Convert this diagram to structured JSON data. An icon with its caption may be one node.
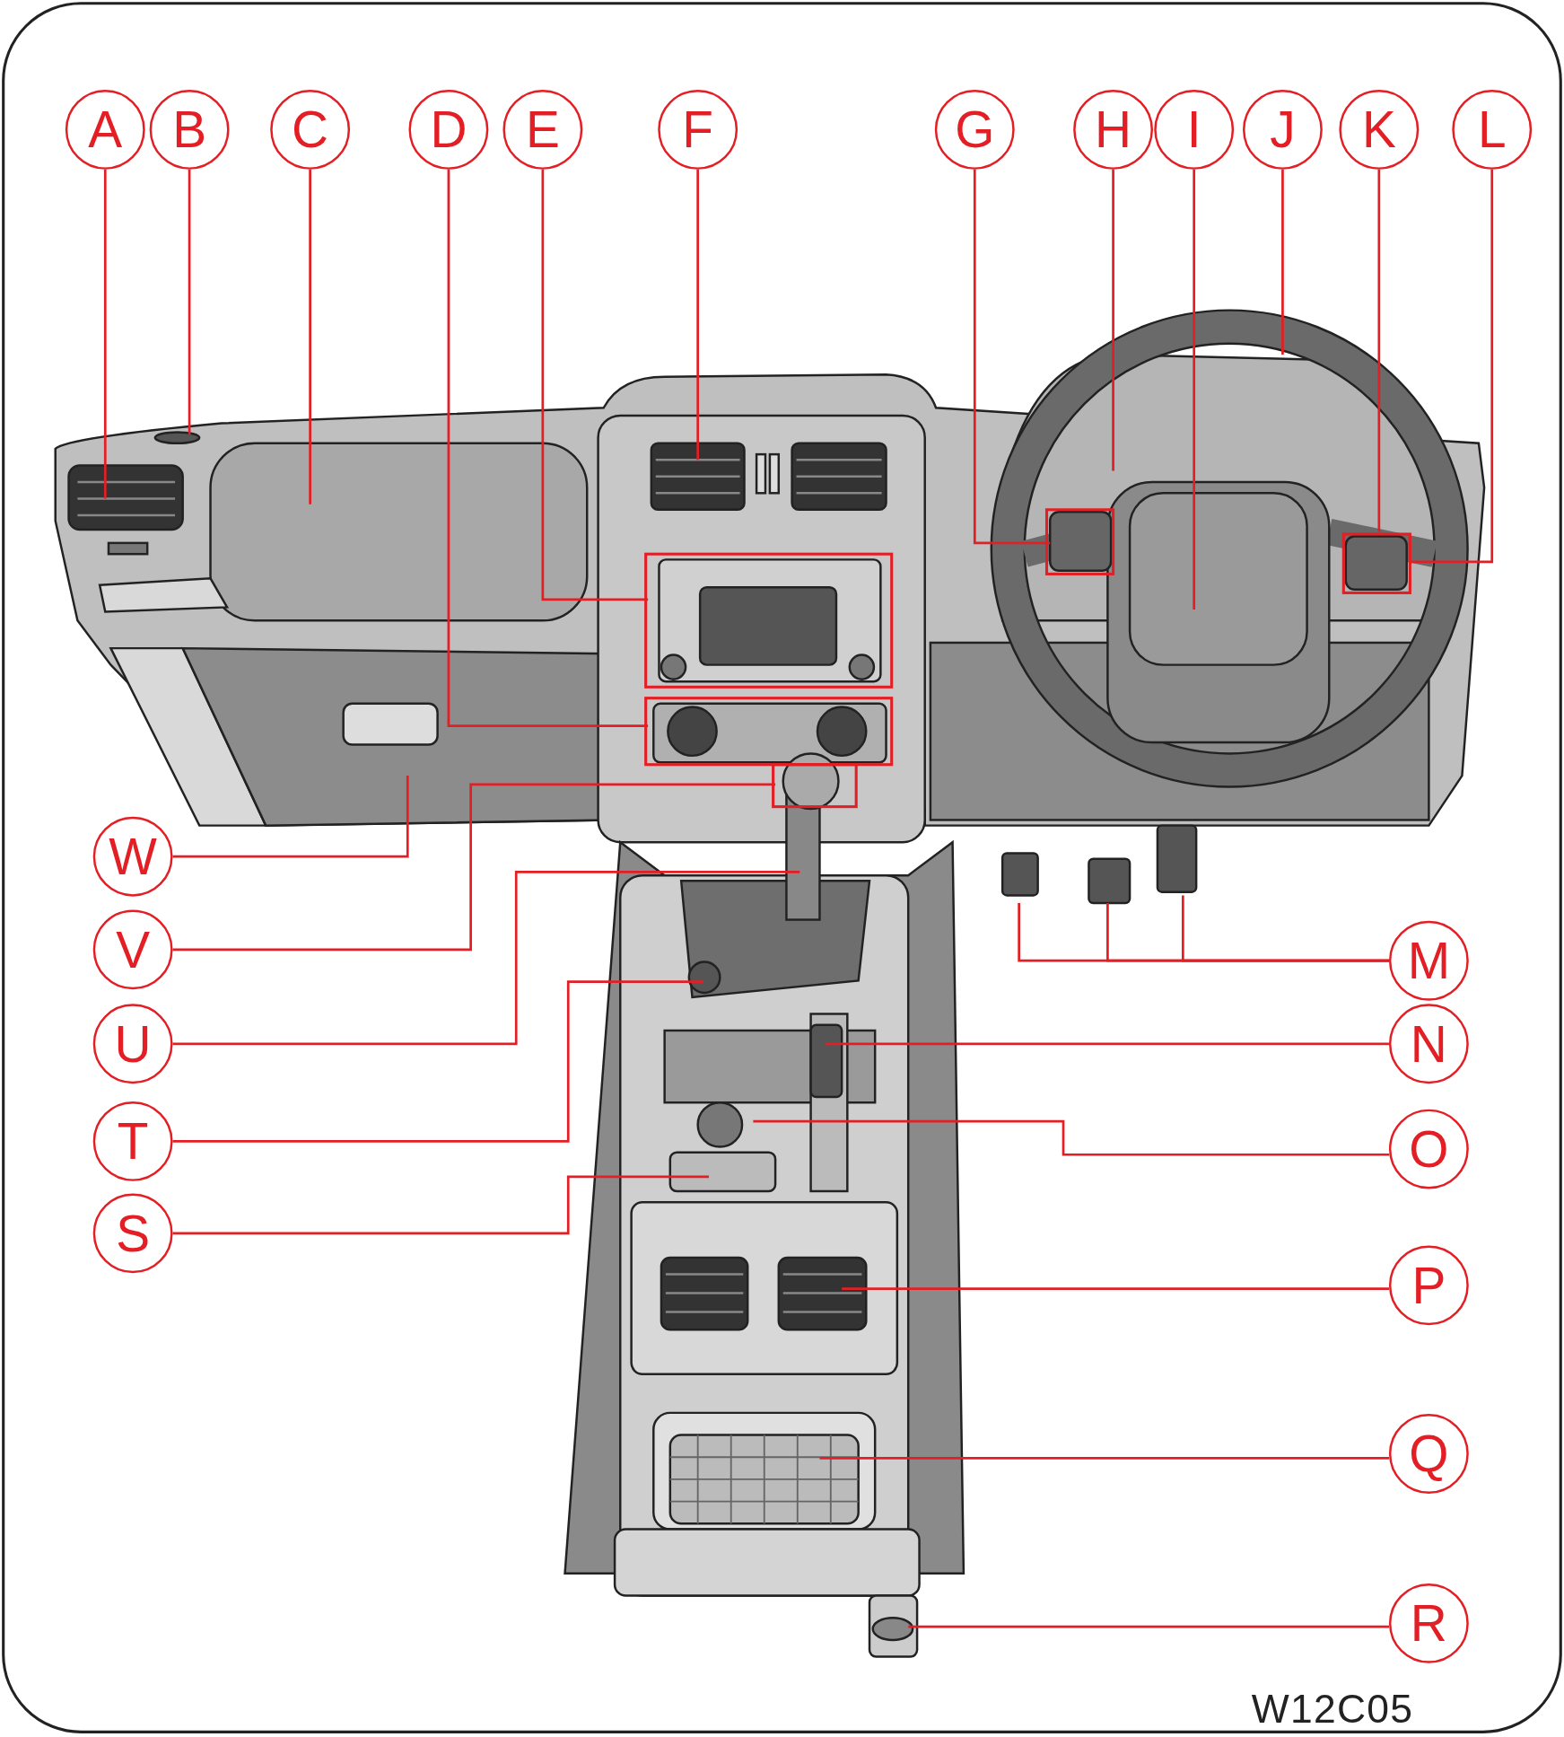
{
  "diagram": {
    "nodes": [
      {
        "text": [
          "A"
        ]
      },
      {
        "text": [
          "B"
        ]
      },
      {
        "text": [
          "C"
        ]
      },
      {
        "text": [
          "D"
        ]
      },
      {
        "text": [
          "E"
        ]
      },
      {
        "text": [
          "F"
        ]
      },
      {
        "text": [
          "G"
        ]
      },
      {
        "text": [
          "H"
        ]
      },
      {
        "text": [
          "I"
        ]
      },
      {
        "text": [
          "J"
        ]
      },
      {
        "text": [
          "K"
        ]
      },
      {
        "text": [
          "L"
        ]
      },
      {
        "text": [
          "M"
        ]
      },
      {
        "text": [
          "N"
        ]
      },
      {
        "text": [
          "O"
        ]
      },
      {
        "text": [
          "P"
        ]
      },
      {
        "text": [
          "Q"
        ]
      },
      {
        "text": [
          "R"
        ]
      },
      {
        "text": [
          "S"
        ]
      },
      {
        "text": [
          "T"
        ]
      },
      {
        "text": [
          "U"
        ]
      },
      {
        "text": [
          "V"
        ]
      },
      {
        "text": [
          "W"
        ]
      }
    ],
    "edges": [
      {
        "from": 0,
        "to": null,
        "arrow": "none"
      },
      {
        "from": 1,
        "to": null,
        "arrow": "none"
      },
      {
        "from": 2,
        "to": null,
        "arrow": "none"
      },
      {
        "from": 3,
        "to": null,
        "arrow": "none"
      },
      {
        "from": 4,
        "to": null,
        "arrow": "none"
      },
      {
        "from": 5,
        "to": null,
        "arrow": "none"
      },
      {
        "from": 6,
        "to": null,
        "arrow": "none"
      },
      {
        "from": 7,
        "to": null,
        "arrow": "none"
      },
      {
        "from": 8,
        "to": null,
        "arrow": "none"
      },
      {
        "from": 9,
        "to": null,
        "arrow": "none"
      },
      {
        "from": 10,
        "to": null,
        "arrow": "none"
      },
      {
        "from": 11,
        "to": null,
        "arrow": "none"
      },
      {
        "from": 12,
        "to": null,
        "arrow": "none"
      },
      {
        "from": 12,
        "to": null,
        "arrow": "none"
      },
      {
        "from": 12,
        "to": null,
        "arrow": "none"
      },
      {
        "from": 13,
        "to": null,
        "arrow": "none"
      },
      {
        "from": 14,
        "to": null,
        "arrow": "none"
      },
      {
        "from": 15,
        "to": null,
        "arrow": "none"
      },
      {
        "from": 16,
        "to": null,
        "arrow": "none"
      },
      {
        "from": 17,
        "to": null,
        "arrow": "none"
      },
      {
        "from": 18,
        "to": null,
        "arrow": "none"
      },
      {
        "from": 19,
        "to": null,
        "arrow": "none"
      },
      {
        "from": 20,
        "to": null,
        "arrow": "none"
      },
      {
        "from": 21,
        "to": null,
        "arrow": "none"
      },
      {
        "from": 22,
        "to": null,
        "arrow": "none"
      }
    ],
    "labels": [
      "W12C05"
    ]
  }
}
